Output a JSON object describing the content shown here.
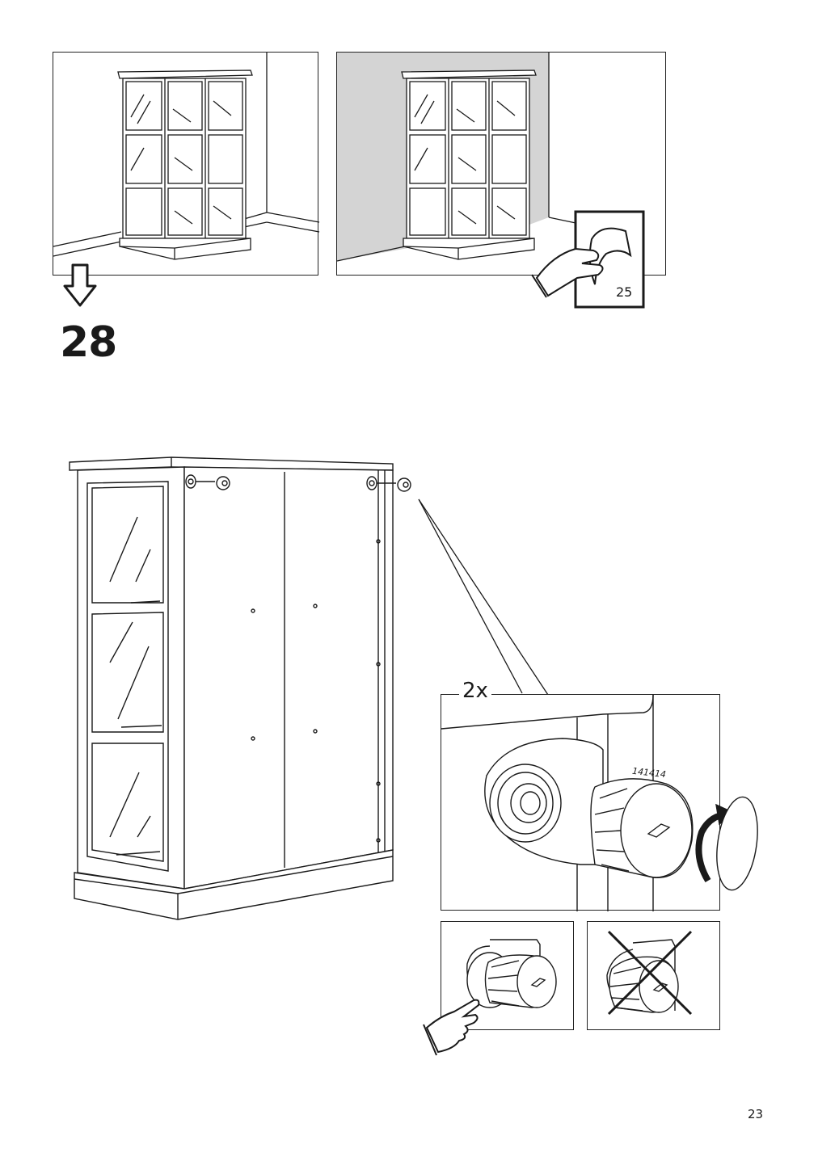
{
  "step": {
    "number": "28"
  },
  "page": {
    "number": "23"
  },
  "reference": {
    "page_number": "25"
  },
  "detail": {
    "quantity": "2x",
    "part_number": "141414"
  },
  "colors": {
    "line": "#1a1a1a",
    "wall_shade": "#d4d4d4",
    "background": "#ffffff"
  },
  "icons": [
    "down-arrow-icon",
    "page-turn-hand-icon",
    "rotate-arrow-icon",
    "pointing-hand-icon",
    "cross-mark-icon"
  ]
}
